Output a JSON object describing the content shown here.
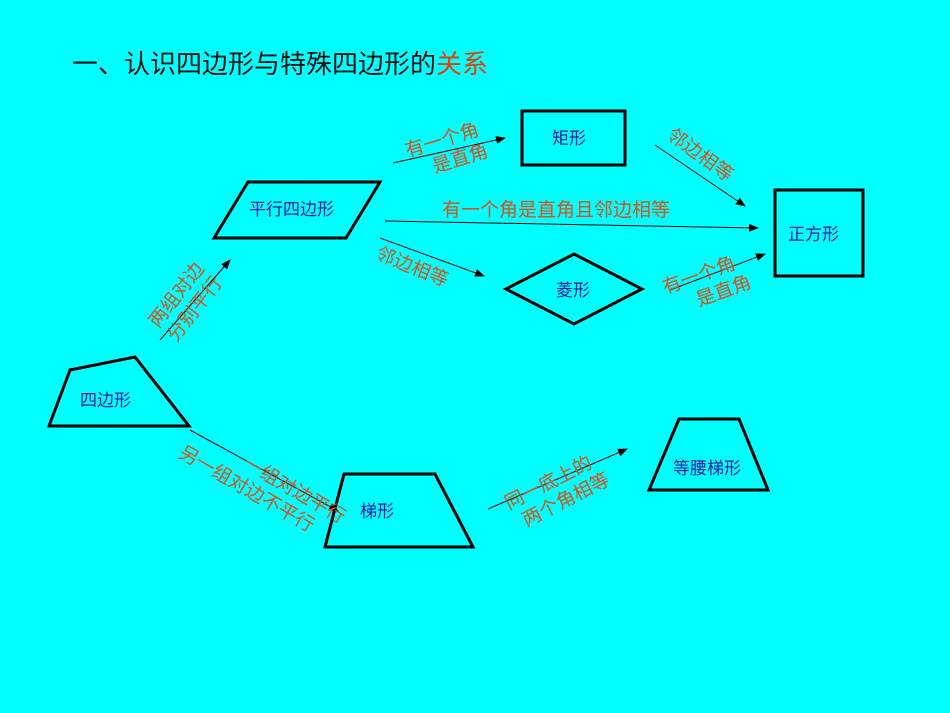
{
  "title": {
    "main": "一、认识四边形与特殊四边形的",
    "highlight": "关系"
  },
  "shapes": {
    "quadrilateral": "四边形",
    "parallelogram": "平行四边形",
    "rectangle": "矩形",
    "rhombus": "菱形",
    "square": "正方形",
    "trapezoid": "梯形",
    "isosceles_trapezoid": "等腰梯形"
  },
  "conditions": {
    "quad_to_para_1": "两组对边",
    "quad_to_para_2": "分别平行",
    "para_to_rect_1": "有一个角",
    "para_to_rect_2": "是直角",
    "para_to_rhombus": "邻边相等",
    "para_to_square": "有一个角是直角且邻边相等",
    "rect_to_square": "邻边相等",
    "rhombus_to_square_1": "有一个角",
    "rhombus_to_square_2": "是直角",
    "quad_to_trap_1": "一组对边平行",
    "quad_to_trap_2": "另一组对边不平行",
    "trap_to_iso_1": "同一底上的",
    "trap_to_iso_2": "两个角相等"
  },
  "colors": {
    "background": "#00ffff",
    "condition_text": "#d4521f",
    "shape_label": "#1a1aa6",
    "highlight": "#e0400a"
  }
}
